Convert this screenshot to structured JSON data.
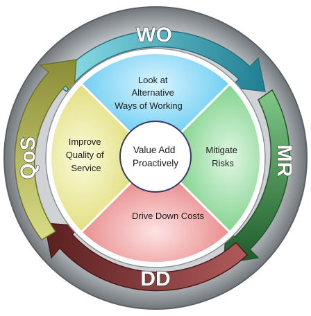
{
  "diagram": {
    "center": {
      "lines": [
        "Value Add",
        "Proactively"
      ]
    },
    "quadrants": [
      {
        "id": "top",
        "lines": [
          "Look at",
          "Alternative",
          "Ways of Working"
        ],
        "color": "#6fcdf2"
      },
      {
        "id": "right",
        "lines": [
          "Mitigate",
          "Risks"
        ],
        "color": "#8fdc9c"
      },
      {
        "id": "bottom",
        "lines": [
          "Drive Down Costs"
        ],
        "color": "#f29a9a"
      },
      {
        "id": "left",
        "lines": [
          "Improve",
          "Quality of",
          "Service"
        ],
        "color": "#ece98c"
      }
    ],
    "arrows": [
      {
        "id": "wo",
        "label": "WO",
        "color": "#3aa9b8"
      },
      {
        "id": "mr",
        "label": "MR",
        "color": "#3e8a4a"
      },
      {
        "id": "dd",
        "label": "DD",
        "color": "#7a2d2d"
      },
      {
        "id": "qos",
        "label": "QoS",
        "color": "#a9ad52"
      }
    ]
  }
}
